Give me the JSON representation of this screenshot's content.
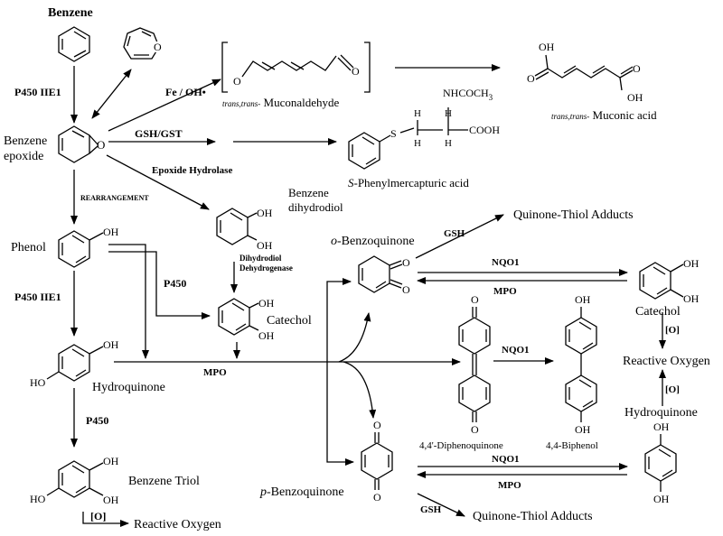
{
  "compounds": {
    "benzene": "Benzene",
    "benzene_epoxide": [
      "Benzene",
      "epoxide"
    ],
    "muconaldehyde_prefix": "trans,trans-",
    "muconaldehyde_name": " Muconaldehyde",
    "muconic_prefix": "trans,trans-",
    "muconic_name": " Muconic acid",
    "phenylmercapturic_prefix": "S",
    "phenylmercapturic_name": "-Phenylmercapturic acid",
    "benzene_dihydrodiol": [
      "Benzene",
      "dihydrodiol"
    ],
    "phenol": "Phenol",
    "catechol": "Catechol",
    "catechol_right": "Catechol",
    "hydroquinone": "Hydroquinone",
    "hydroquinone_right": "Hydroquinone",
    "benzene_triol": "Benzene Triol",
    "o_benzoquinone_prefix": "o",
    "o_benzoquinone_name": "-Benzoquinone",
    "p_benzoquinone_prefix": "p",
    "p_benzoquinone_name": "-Benzoquinone",
    "diphenoquinone": "4,4'-Diphenoquinone",
    "biphenol": "4,4-Biphenol",
    "reactive_oxygen_bottom": "Reactive Oxygen",
    "reactive_oxygen_right": "Reactive Oxygen",
    "thiol_adducts_top": "Quinone-Thiol Adducts",
    "thiol_adducts_bottom": "Quinone-Thiol Adducts"
  },
  "enzymes": {
    "p450_2e1_a": "P450 IIE1",
    "p450_2e1_b": "P450 IIE1",
    "fe_oh": "Fe / OH•",
    "gsh_gst": "GSH/GST",
    "epoxide_hydrolase": "Epoxide Hydrolase",
    "rearrangement": "REARRANGEMENT",
    "p450_a": "P450",
    "p450_b": "P450",
    "dihydrodiol_dehydrogenase": [
      "Dihydrodiol",
      "Dehydrogenase"
    ],
    "mpo_main": "MPO",
    "mpo_o": "MPO",
    "mpo_p": "MPO",
    "nqo1_o": "NQO1",
    "nqo1_p": "NQO1",
    "nqo1_dpq": "NQO1",
    "gsh_top": "GSH",
    "gsh_bottom": "GSH",
    "oxidation_bottom": "[O]",
    "oxidation_right_a": "[O]",
    "oxidation_right_b": "[O]"
  },
  "atoms": {
    "O": "O",
    "OH": "OH",
    "HO": "HO",
    "S": "S",
    "H": "H",
    "NHCOCH3": "NHCOCH",
    "NHCOCH3_sub": "3",
    "COOH": "COOH"
  }
}
